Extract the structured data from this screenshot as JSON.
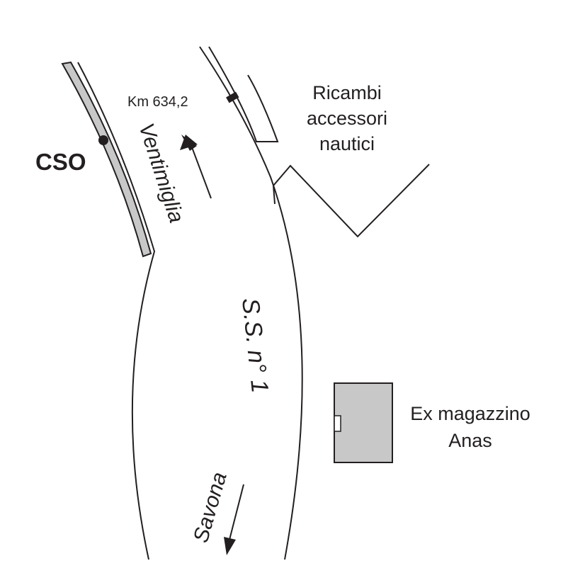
{
  "labels": {
    "km": "Km 634,2",
    "cso": "CSO",
    "direction_north": "Ventimiglia",
    "direction_south": "Savona",
    "road": "S.S. n° 1",
    "shop_line1": "Ricambi",
    "shop_line2": "accessori",
    "shop_line3": "nautici",
    "warehouse_line1": "Ex magazzino",
    "warehouse_line2": "Anas"
  },
  "colors": {
    "ink": "#231f20",
    "wall_fill": "#c8c8c8",
    "building_fill": "#c8c8c8",
    "background": "#ffffff"
  }
}
